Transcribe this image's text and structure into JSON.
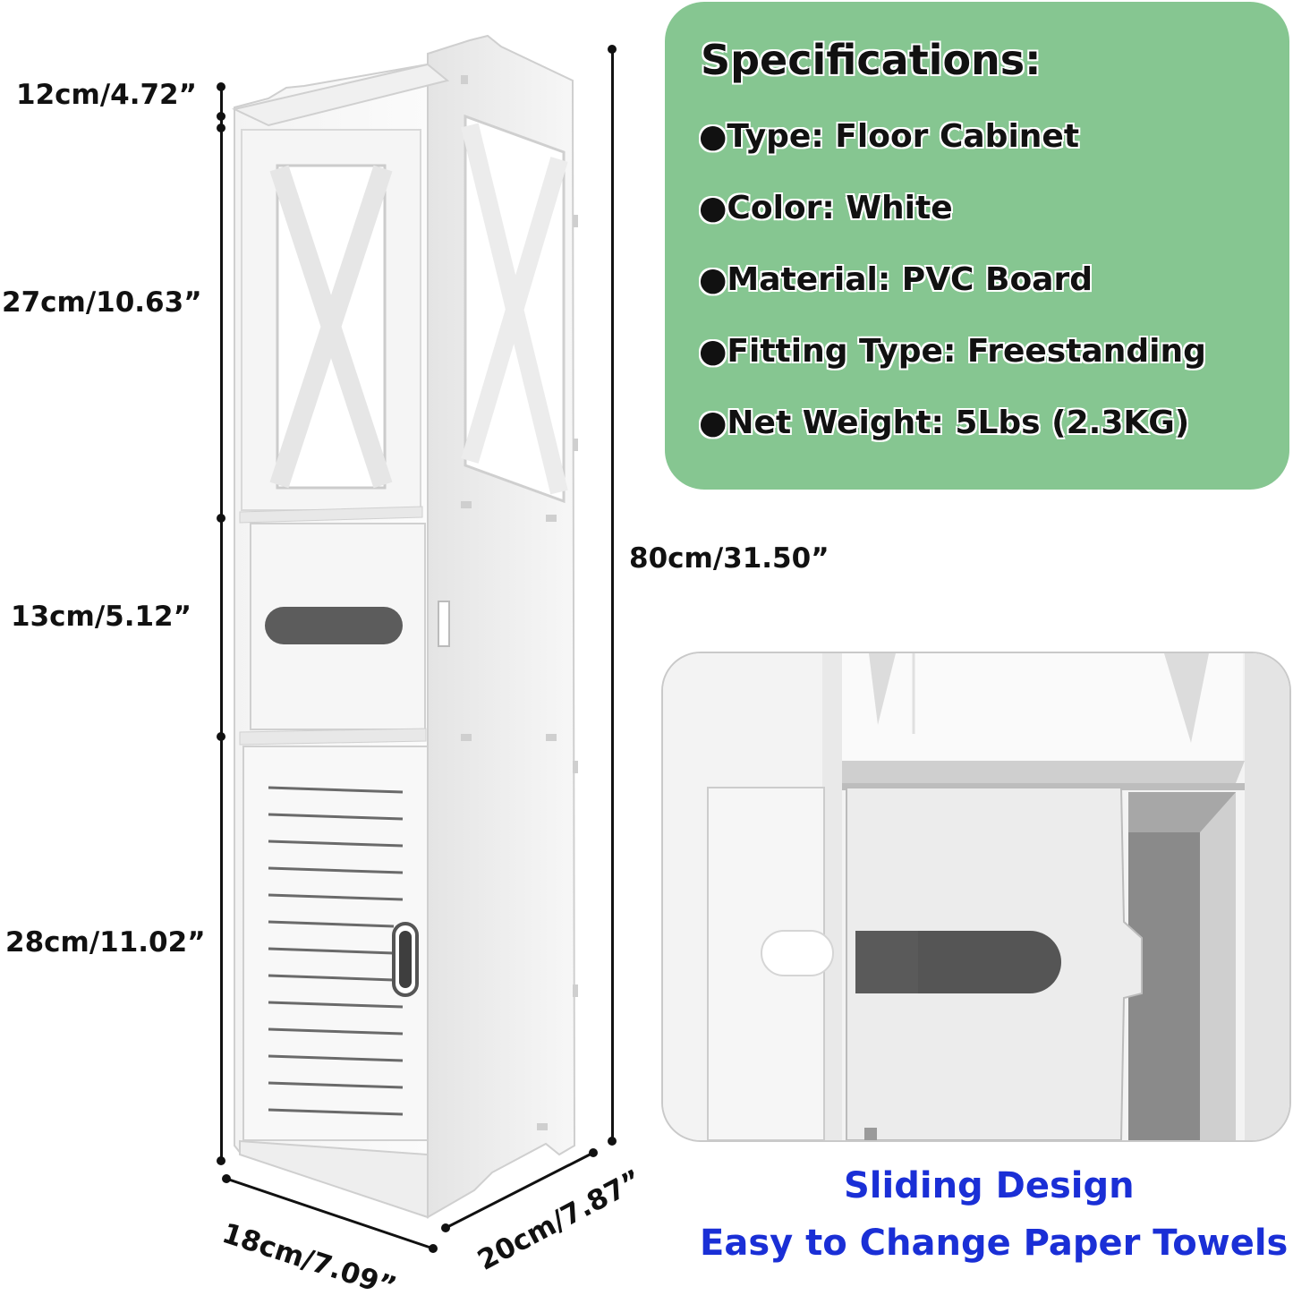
{
  "dimensions": {
    "top_section": "12cm/4.72”",
    "open_shelf": "27cm/10.63”",
    "drawer": "13cm/5.12”",
    "cabinet": "28cm/11.02”",
    "total_height": "80cm/31.50”",
    "width": "18cm/7.09”",
    "depth": "20cm/7.87”"
  },
  "specifications": {
    "title": "Specifications:",
    "items": [
      "●Type: Floor Cabinet",
      "●Color: White",
      "●Material: PVC Board",
      "●Fitting Type: Freestanding",
      "●Net Weight: 5Lbs (2.3KG)"
    ]
  },
  "caption": {
    "line1": "Sliding Design",
    "line2": "Easy to Change Paper Towels"
  },
  "colors": {
    "spec_panel": "#86c691",
    "caption": "#1a2fd6"
  }
}
